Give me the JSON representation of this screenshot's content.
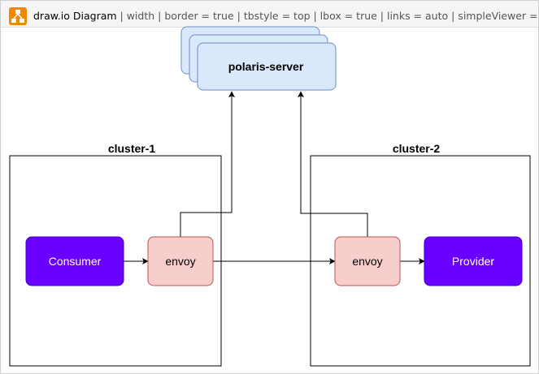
{
  "titlebar": {
    "app_title": "draw.io Diagram",
    "params": " | width | border = true | tbstyle = top | lbox = true | links = auto | simpleViewer = ",
    "logo_icon": "drawio-logo-icon"
  },
  "diagram": {
    "server": {
      "label": "polaris-server"
    },
    "clusters": [
      {
        "label": "cluster-1"
      },
      {
        "label": "cluster-2"
      }
    ],
    "nodes": {
      "consumer": "Consumer",
      "envoy_left": "envoy",
      "envoy_right": "envoy",
      "provider": "Provider"
    },
    "colors": {
      "server_fill": "#dae8fc",
      "server_stroke": "#6c8ebf",
      "service_fill": "#6a00ff",
      "service_stroke": "#3700cc",
      "envoy_fill": "#f8cecc",
      "envoy_stroke": "#b85450",
      "edge": "#000000"
    }
  }
}
